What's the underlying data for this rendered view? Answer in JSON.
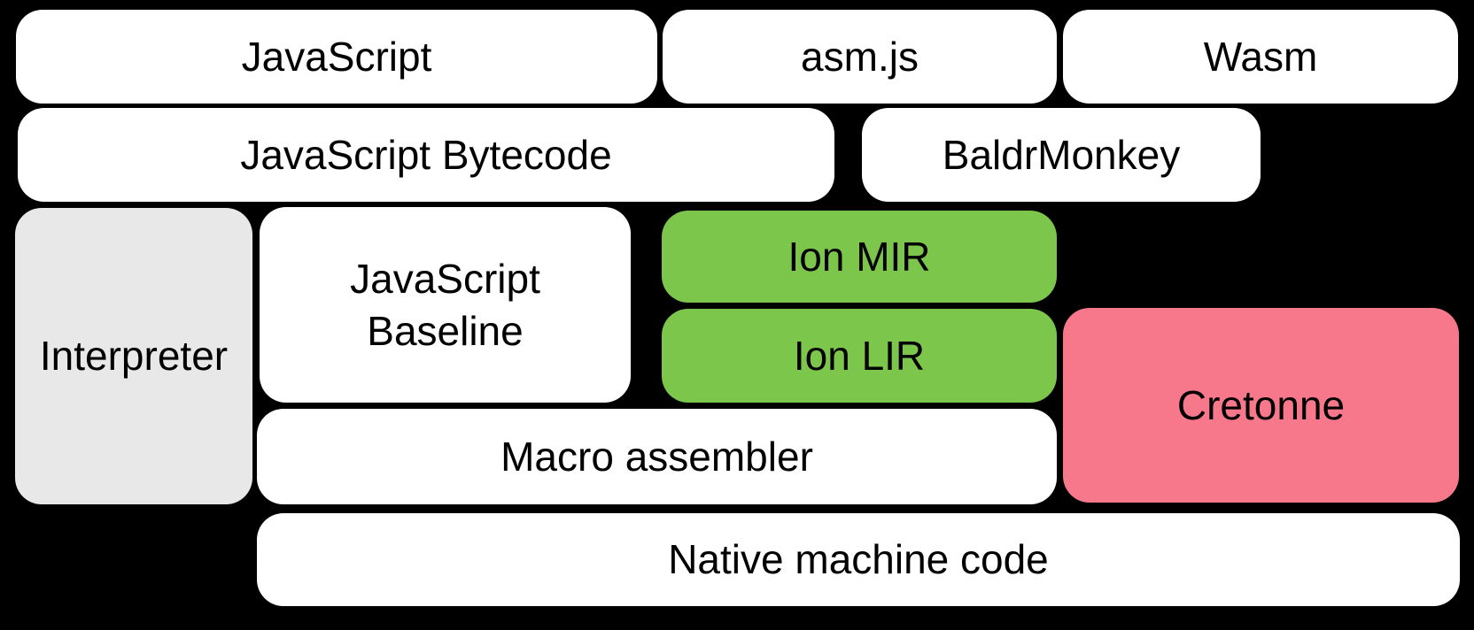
{
  "diagram": {
    "title": "SpiderMonkey compiler pipeline diagram",
    "colors": {
      "background": "#000000",
      "text": "#000000",
      "white": "#ffffff",
      "gray": "#e8e8e8",
      "green": "#7cc64c",
      "pink": "#f7788a"
    },
    "nodes": {
      "javascript": {
        "label": "JavaScript",
        "color": "white"
      },
      "asmjs": {
        "label": "asm.js",
        "color": "white"
      },
      "wasm": {
        "label": "Wasm",
        "color": "white"
      },
      "javascript_bytecode": {
        "label": "JavaScript Bytecode",
        "color": "white"
      },
      "baldrmonkey": {
        "label": "BaldrMonkey",
        "color": "white"
      },
      "interpreter": {
        "label": "Interpreter",
        "color": "gray"
      },
      "javascript_baseline": {
        "label": "JavaScript\nBaseline",
        "color": "white"
      },
      "ion_mir": {
        "label": "Ion MIR",
        "color": "green"
      },
      "ion_lir": {
        "label": "Ion LIR",
        "color": "green"
      },
      "cretonne": {
        "label": "Cretonne",
        "color": "pink"
      },
      "macro_assembler": {
        "label": "Macro assembler",
        "color": "white"
      },
      "native_machine_code": {
        "label": "Native machine code",
        "color": "white"
      }
    }
  }
}
